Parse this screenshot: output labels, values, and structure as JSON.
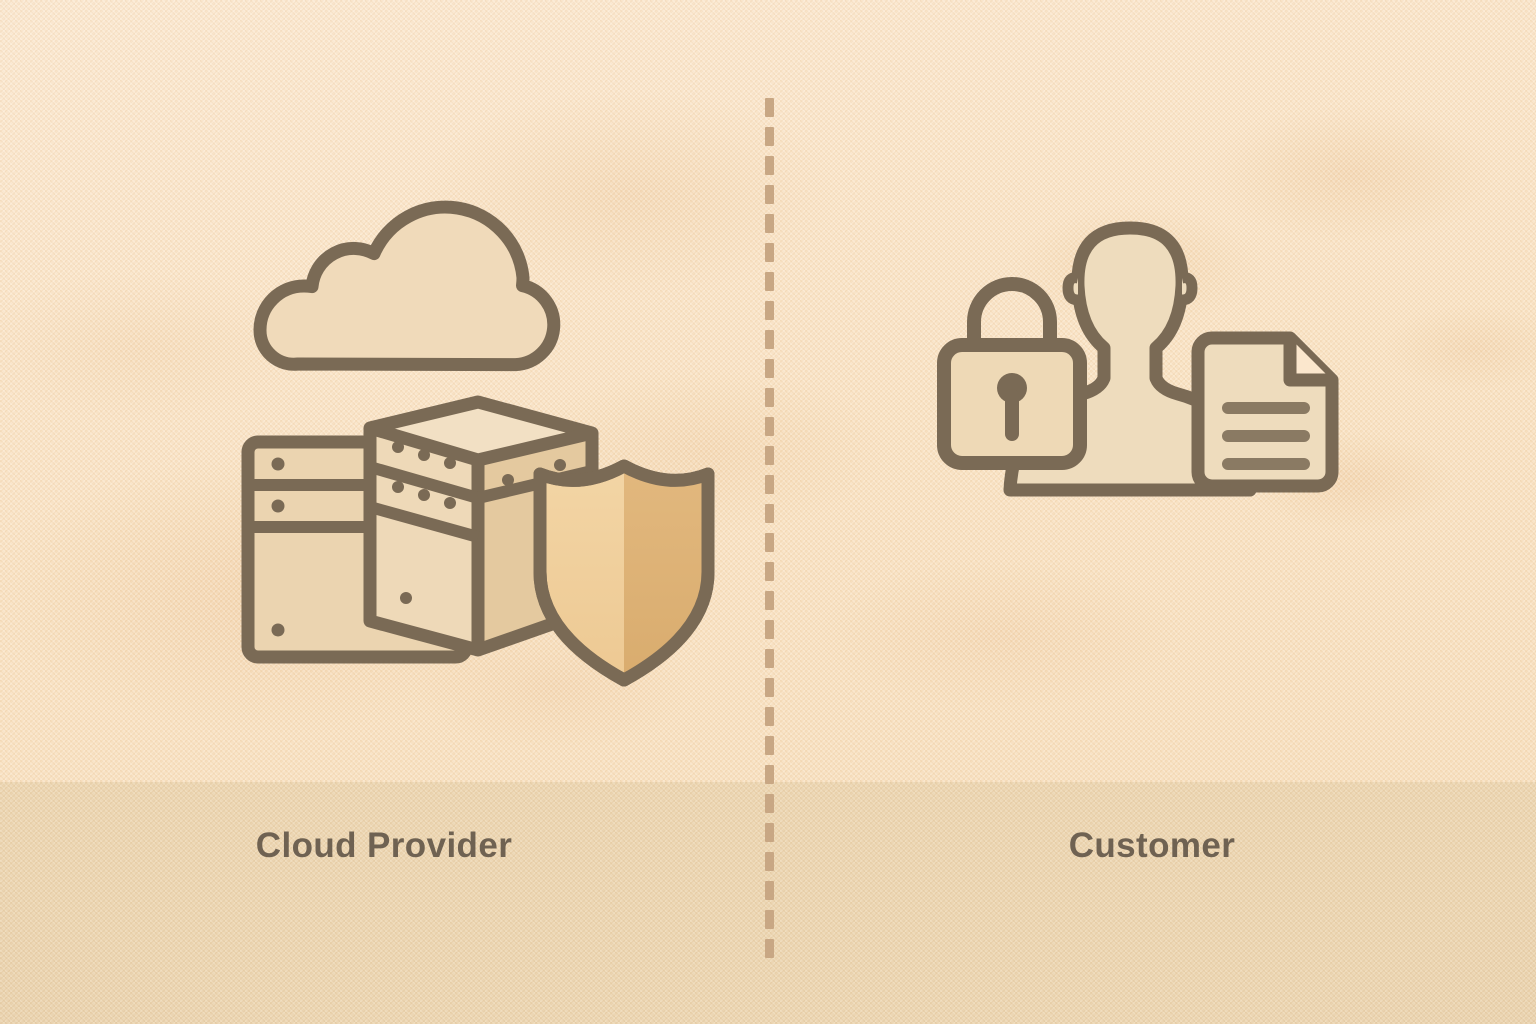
{
  "illustration": {
    "title": "Cloud Shared Responsibility Model",
    "style": "flat line-art icons on textured paper background",
    "background_color": "#fbe7cd",
    "band_color": "#eed9b6",
    "stroke_color": "#7a6a55",
    "text_color": "#6f6252",
    "accent_shield_light": "#f0cf9c",
    "accent_shield_dark": "#dcae75",
    "fill_color": "#edd6b3",
    "divider_color": "#c8a784"
  },
  "divider": {
    "name": "vertical-dashed-divider",
    "orientation": "vertical",
    "dash_count": 30,
    "dash_height": 19,
    "dash_gap": 10
  },
  "columns": [
    {
      "id": "provider",
      "caption": "Cloud Provider",
      "icons": [
        {
          "name": "cloud-icon",
          "label": "Cloud"
        },
        {
          "name": "server-rack-icon",
          "label": "Server Rack"
        },
        {
          "name": "server-box-icon",
          "label": "Server Box"
        },
        {
          "name": "shield-icon",
          "label": "Shield"
        }
      ]
    },
    {
      "id": "customer",
      "caption": "Customer",
      "icons": [
        {
          "name": "person-icon",
          "label": "Person"
        },
        {
          "name": "lock-icon",
          "label": "Padlock"
        },
        {
          "name": "document-icon",
          "label": "Document"
        }
      ]
    }
  ]
}
